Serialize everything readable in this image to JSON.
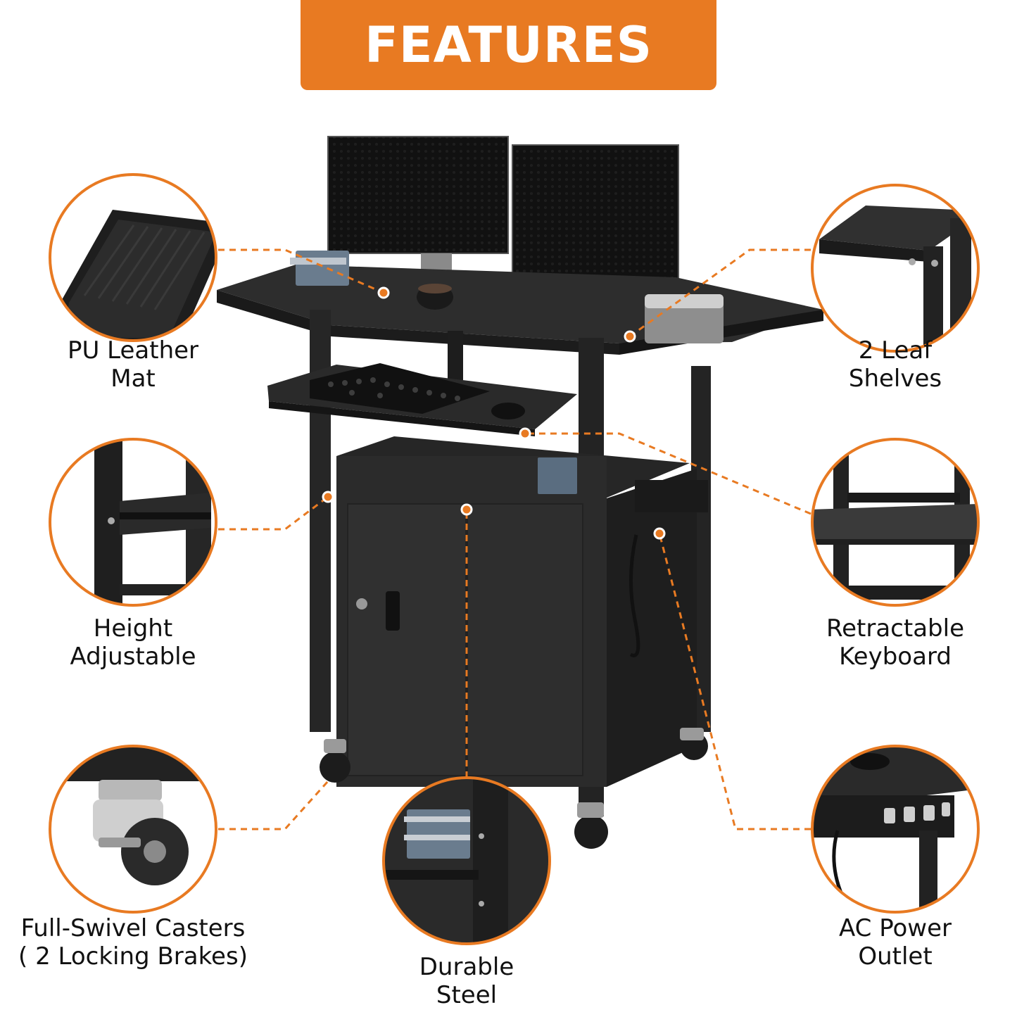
{
  "header": {
    "title": "FEATURES"
  },
  "colors": {
    "accent": "#e87a22",
    "product": "#2b2b2b",
    "background": "#ffffff"
  },
  "features": [
    {
      "line1": "PU Leather",
      "line2": "Mat"
    },
    {
      "line1": "Height",
      "line2": "Adjustable"
    },
    {
      "line1": "Full-Swivel Casters",
      "line2": "( 2 Locking Brakes)"
    },
    {
      "line1": "Durable",
      "line2": "Steel"
    },
    {
      "line1": "2 Leaf",
      "line2": "Shelves"
    },
    {
      "line1": "Retractable",
      "line2": "Keyboard"
    },
    {
      "line1": "AC Power",
      "line2": "Outlet"
    }
  ]
}
